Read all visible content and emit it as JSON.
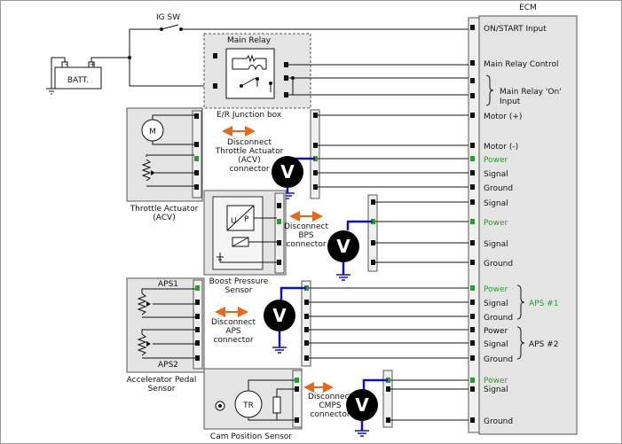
{
  "ecm": {
    "title": "ECM",
    "pins": [
      {
        "label": "ON/START Input"
      },
      {
        "label": "Main Relay Control"
      },
      {
        "label": "Main Relay 'On'"
      },
      {
        "label": "Input"
      },
      {
        "label": "Motor (+)"
      },
      {
        "label": "Motor (-)"
      },
      {
        "label": "Power"
      },
      {
        "label": "Signal"
      },
      {
        "label": "Ground"
      },
      {
        "label": "Signal"
      },
      {
        "label": "Power"
      },
      {
        "label": "Signal"
      },
      {
        "label": "Ground"
      },
      {
        "label": "Power"
      },
      {
        "label": "Signal"
      },
      {
        "label": "Ground"
      },
      {
        "label": "Power"
      },
      {
        "label": "Signal"
      },
      {
        "label": "Ground"
      },
      {
        "label": "Power"
      },
      {
        "label": "Signal"
      },
      {
        "label": "Ground"
      }
    ],
    "aps1_label": "APS #1",
    "aps2_label": "APS #2"
  },
  "power": {
    "ig_sw": "IG SW",
    "battery": "BATT."
  },
  "main_relay": {
    "title": "Main Relay",
    "junction_box": "E/R Junction box"
  },
  "throttle": {
    "motor_symbol": "M",
    "name_line1": "Throttle Actuator",
    "name_line2": "(ACV)",
    "disconnect": [
      "Disconnect",
      "Throttle Actuator",
      "(ACV)",
      "connector"
    ]
  },
  "bps": {
    "name_line1": "Boost Pressure",
    "name_line2": "Sensor",
    "u_label": "U",
    "p_label": "P",
    "disconnect": [
      "Disconnect",
      "BPS",
      "connector"
    ]
  },
  "aps": {
    "aps1": "APS1",
    "aps2": "APS2",
    "name_line1": "Accelerator Pedal",
    "name_line2": "Sensor",
    "disconnect": [
      "Disconnect",
      "APS",
      "connector"
    ]
  },
  "cmps": {
    "tr_label": "TR",
    "name": "Cam Position Sensor",
    "disconnect": [
      "Disconnect",
      "CMPS",
      "connector"
    ]
  },
  "meter_symbol": "V"
}
